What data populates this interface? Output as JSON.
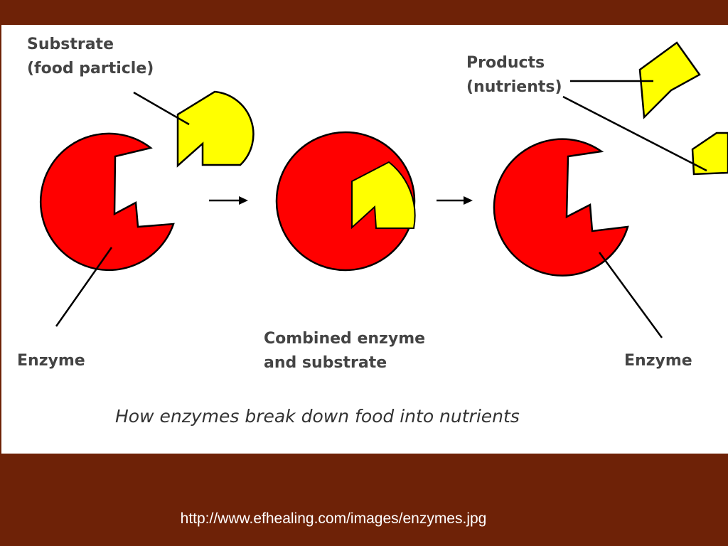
{
  "labels": {
    "substrate_line1": "Substrate",
    "substrate_line2": "(food particle)",
    "products_line1": "Products",
    "products_line2": "(nutrients)",
    "enzyme_left": "Enzyme",
    "combined_line1": "Combined enzyme",
    "combined_line2": "and substrate",
    "enzyme_right": "Enzyme"
  },
  "caption": "How enzymes break down food into nutrients",
  "source_url": "http://www.efhealing.com/images/enzymes.jpg",
  "colors": {
    "enzyme": "#ff0000",
    "substrate": "#ffff00",
    "slide_background": "#6e2207",
    "outline": "#000000"
  }
}
